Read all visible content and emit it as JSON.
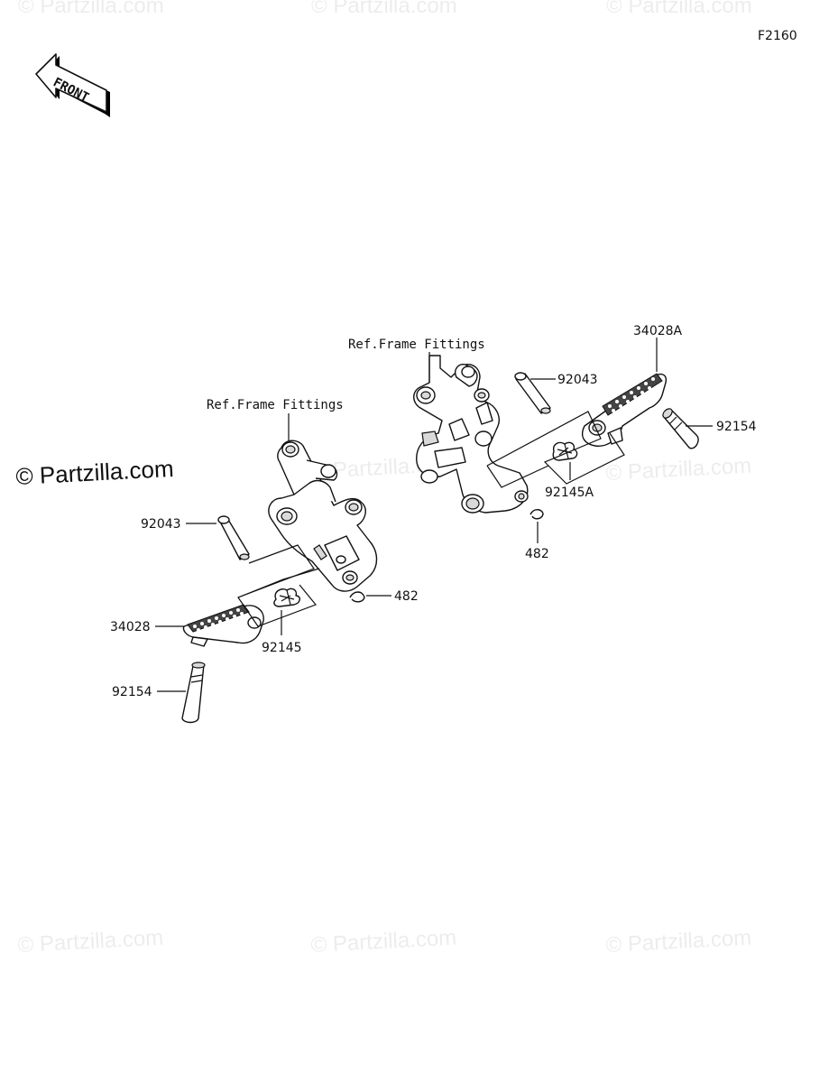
{
  "diagram": {
    "code": "F2160",
    "front_arrow": "FRONT",
    "watermark": "© Partzilla.com",
    "labels": {
      "ref_frame_left": "Ref.Frame Fittings",
      "ref_frame_right": "Ref.Frame Fittings",
      "pin_left": "92043",
      "pin_right": "92043",
      "peg_left": "34028",
      "peg_right": "34028A",
      "rubber_left": "92154",
      "rubber_right": "92154",
      "spring_left": "92145",
      "spring_right": "92145A",
      "clip_left": "482",
      "clip_right": "482"
    }
  }
}
